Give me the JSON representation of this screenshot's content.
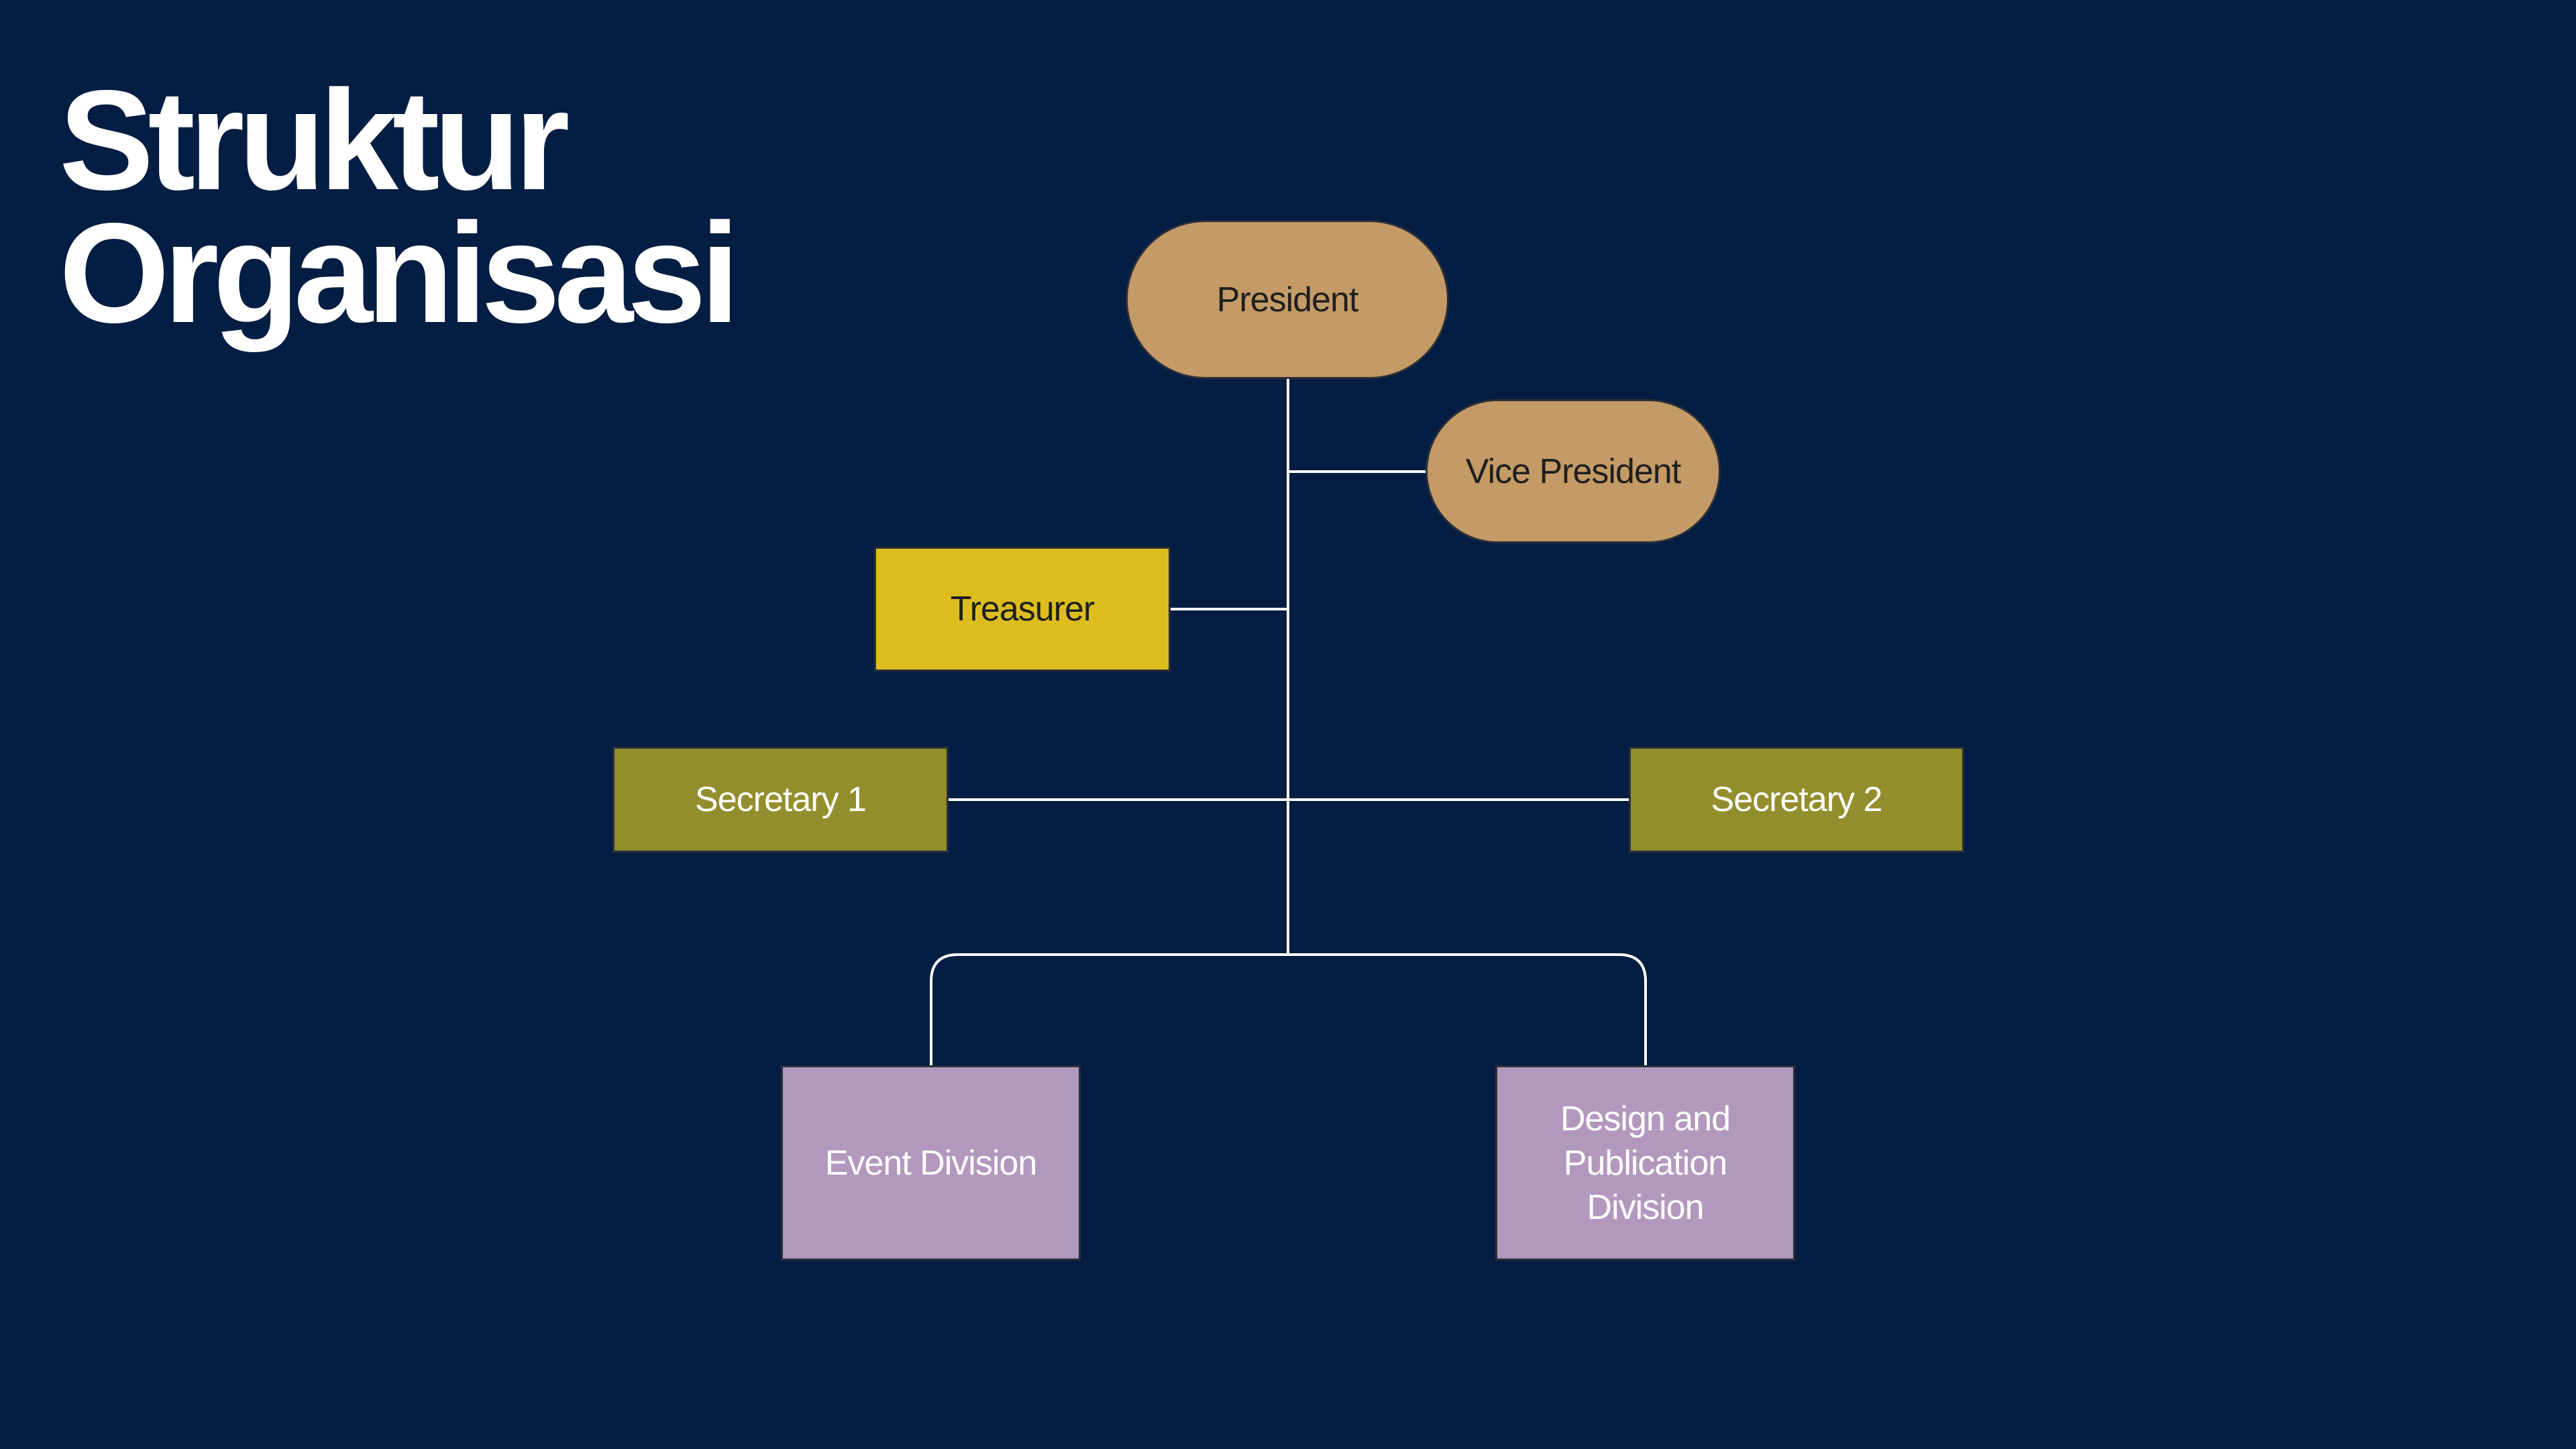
{
  "title": {
    "line1": "Struktur",
    "line2": "Organisasi"
  },
  "nodes": {
    "president": "President",
    "vice_president": "Vice President",
    "treasurer": "Treasurer",
    "secretary_1": "Secretary 1",
    "secretary_2": "Secretary 2",
    "event_division": "Event Division",
    "design_division": "Design and Publication Division"
  },
  "colors": {
    "background": "#041d42",
    "leadership": "#c49a66",
    "treasurer": "#dcbd1d",
    "secretary": "#938e2d",
    "division": "#b398be",
    "connector": "#ffffff"
  }
}
